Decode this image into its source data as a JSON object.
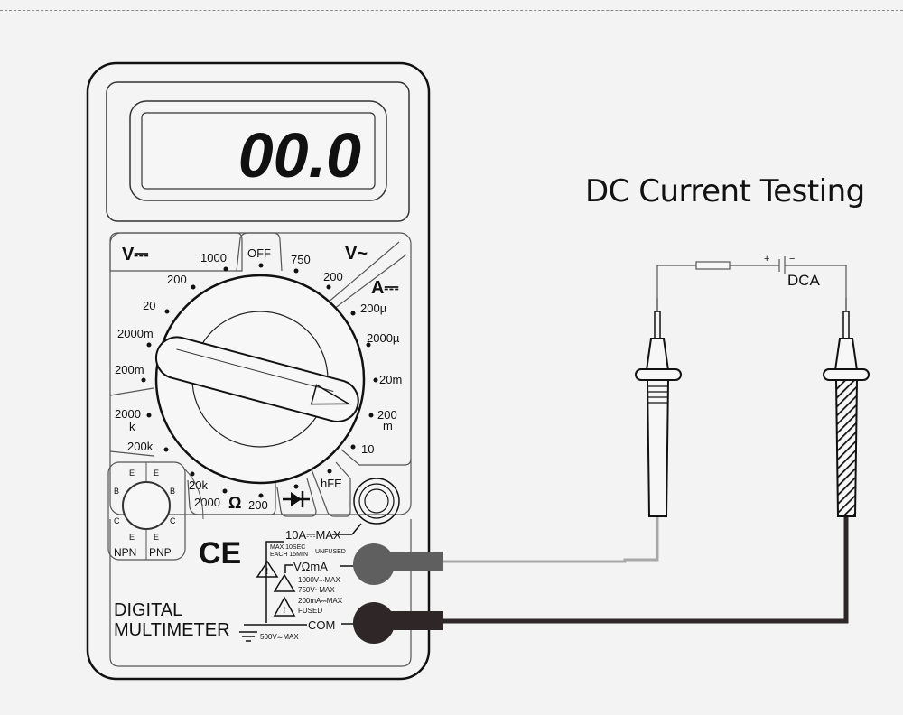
{
  "title": "DC Current Testing",
  "display": {
    "reading": "00.0"
  },
  "dial": {
    "sections": {
      "dc_voltage": {
        "symbol": "V⎓",
        "ranges": [
          "1000",
          "200",
          "20",
          "2000m",
          "200m"
        ]
      },
      "off": {
        "label": "OFF"
      },
      "ac_voltage": {
        "symbol": "V~",
        "ranges": [
          "750",
          "200"
        ]
      },
      "dc_current": {
        "symbol": "A⎓",
        "ranges": [
          "200µ",
          "2000µ",
          "20m",
          "200",
          "m",
          "10"
        ]
      },
      "resistance": {
        "symbol": "Ω",
        "ranges": [
          "2000",
          "k",
          "200k",
          "20k",
          "2000",
          "200"
        ]
      },
      "diode": {
        "symbol": "diode"
      },
      "hfe": {
        "label": "hFE"
      }
    }
  },
  "transistor_socket": {
    "left_pins": [
      "E",
      "B",
      "C",
      "E"
    ],
    "right_pins": [
      "E",
      "B",
      "C",
      "E"
    ],
    "npn_label": "NPN",
    "pnp_label": "PNP"
  },
  "ce_mark": "CE",
  "brand": {
    "line1": "DIGITAL",
    "line2": "MULTIMETER"
  },
  "jacks": {
    "ten_a": {
      "label": "10A⎓MAX",
      "note1": "MAX 10SEC",
      "note2": "EACH 15MIN",
      "note3": "UNFUSED"
    },
    "vohm_ma": {
      "label": "VΩmA",
      "warn1": "1000V⎓MAX",
      "warn2": "750V~MAX",
      "warn3": "200mA⎓MAX",
      "warn4": "FUSED"
    },
    "com": {
      "label": "COM",
      "note": "500V≂MAX"
    }
  },
  "circuit": {
    "plus": "+",
    "minus": "−",
    "label": "DCA"
  },
  "colors": {
    "background": "#f3f3f3",
    "outline": "#111111",
    "probe_red_lead": "#a8a8a8",
    "probe_black_lead": "#2e2627",
    "jack_grey": "#5f5f5f",
    "jack_black": "#2e2627"
  }
}
